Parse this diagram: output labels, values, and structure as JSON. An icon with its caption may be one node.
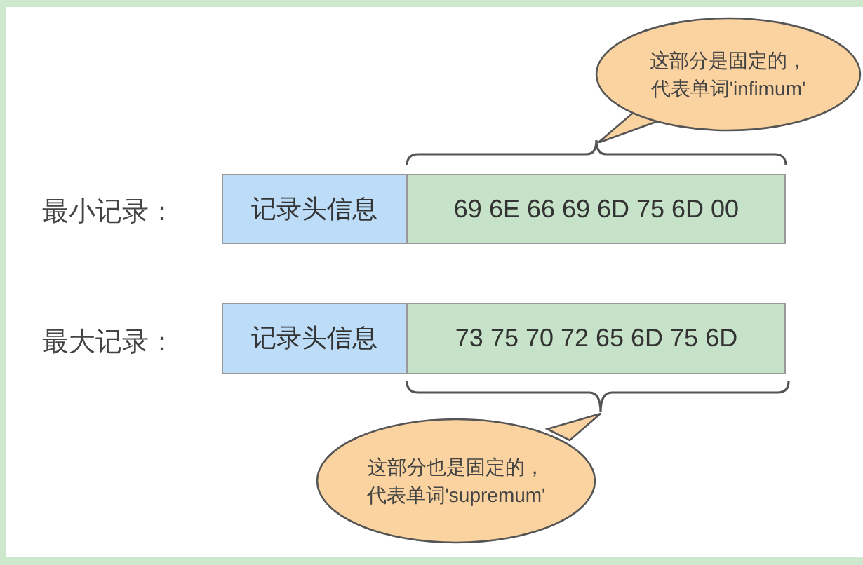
{
  "diagram": {
    "nodes": [
      {
        "text": [
          "这部分是固定的，代表单词'infimum'"
        ]
      },
      {
        "text": [
          "记录头信息"
        ]
      },
      {
        "text": [
          "69 6E 66 69 6D 75 6D 00"
        ]
      },
      {
        "text": [
          "记录头信息"
        ]
      },
      {
        "text": [
          "73 75 70 72 65 6D 75 6D"
        ]
      },
      {
        "text": [
          "这部分也是固定的，代表单词'supremum'"
        ]
      }
    ],
    "labels": [
      "最小记录：",
      "最大记录："
    ]
  }
}
